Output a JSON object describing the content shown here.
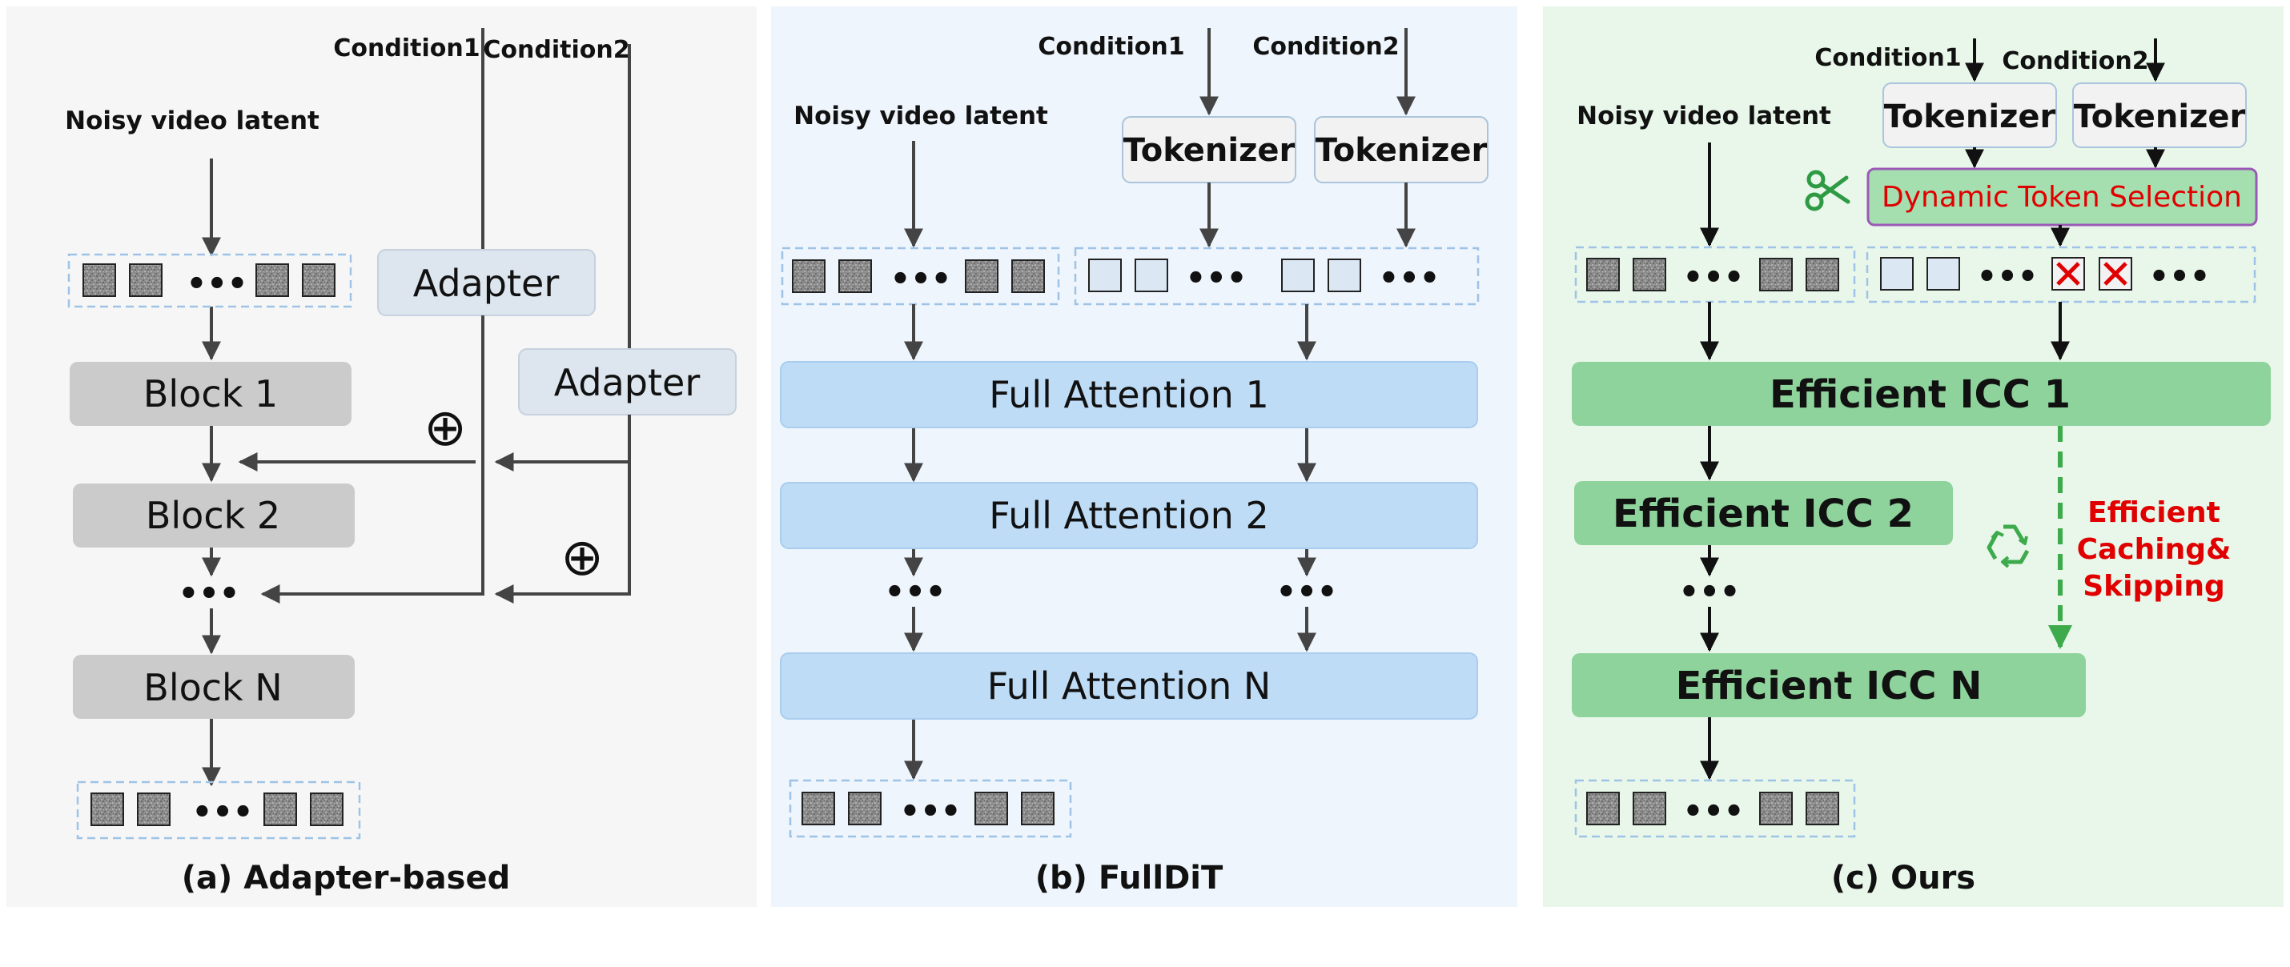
{
  "colors": {
    "panel_a": "#f6f6f6",
    "panel_b": "#eef5fc",
    "panel_c": "#e8f7ea",
    "block_gray": "#cbcbcb",
    "adapter_fill": "#dde5ee",
    "tokenizer_fill": "#f2f2f2",
    "attention_fill": "#bfdcf6",
    "icc_fill": "#8ed39c",
    "dts_fill": "#a5dfb0",
    "dts_border": "#9b59b6",
    "red": "#e00000",
    "green_dash": "#3daa4c",
    "token_dark": "#8a8a8a",
    "token_light": "#dbe8f4",
    "arrow": "#444444"
  },
  "panel_a": {
    "caption": "(a) Adapter-based",
    "noisy_label": "Noisy video latent",
    "condition1": "Condition1",
    "condition2": "Condition2",
    "adapter1": "Adapter",
    "adapter2": "Adapter",
    "block1": "Block 1",
    "block2": "Block 2",
    "blockN": "Block N",
    "plus": "⊕",
    "ellipsis": "•••"
  },
  "panel_b": {
    "caption": "(b) FullDiT",
    "noisy_label": "Noisy video latent",
    "condition1": "Condition1",
    "condition2": "Condition2",
    "tokenizer1": "Tokenizer",
    "tokenizer2": "Tokenizer",
    "attn1": "Full Attention 1",
    "attn2": "Full Attention 2",
    "attnN": "Full Attention N",
    "ellipsis": "•••"
  },
  "panel_c": {
    "caption": "(c) Ours",
    "noisy_label": "Noisy video latent",
    "condition1": "Condition1",
    "condition2": "Condition2",
    "tokenizer1": "Tokenizer",
    "tokenizer2": "Tokenizer",
    "dts": "Dynamic Token Selection",
    "icc1": "Efficient ICC 1",
    "icc2": "Efficient ICC 2",
    "iccN": "Efficient ICC N",
    "caching": [
      "Efficient",
      "Caching&",
      "Skipping"
    ],
    "ellipsis": "•••",
    "scissors_icon": "scissors-icon",
    "recycle_icon": "recycle-icon"
  }
}
